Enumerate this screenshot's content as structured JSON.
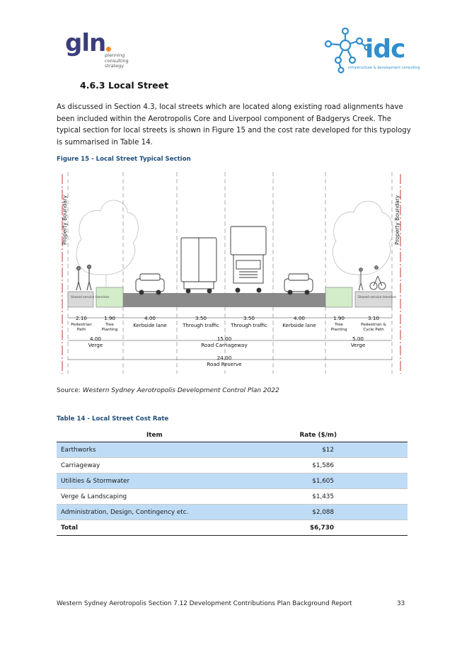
{
  "header": {
    "gln_logo": {
      "word": "gln",
      "tagline": "planning\nconsulting\nstrategy",
      "accent_color": "#f28c28",
      "word_color": "#3a3d7c"
    },
    "idc_logo": {
      "word": "idc",
      "tagline": "infrastructure & development consulting",
      "color": "#2f8fcf"
    }
  },
  "section": {
    "heading": "4.6.3  Local Street",
    "paragraph": "As discussed in Section 4.3, local streets which are located along existing road alignments have been included within the Aerotropolis Core and Liverpool component of Badgerys Creek. The typical section for local streets is shown in Figure 15 and the cost rate developed for this typology is summarised in Table 14."
  },
  "figure": {
    "caption": "Figure 15 - Local Street Typical Section",
    "labels": {
      "property_boundary": "Property Boundary",
      "shared_service_trenches": "Shared\nservice\ntrenches"
    },
    "segments": [
      {
        "width": "2.10",
        "label": "Pedestrian\nPath"
      },
      {
        "width": "1.90",
        "label": "Tree\nPlanting"
      },
      {
        "width": "4.00",
        "label": "Kerbside lane"
      },
      {
        "width": "3.50",
        "label": "Through traffic"
      },
      {
        "width": "3.50",
        "label": "Through traffic"
      },
      {
        "width": "4.00",
        "label": "Kerbside lane"
      },
      {
        "width": "1.90",
        "label": "Tree\nPlanting"
      },
      {
        "width": "3.10",
        "label": "Pedestrian &\nCycle Path"
      }
    ],
    "totals": {
      "left_verge_width": "4.00",
      "left_verge_label": "Verge",
      "carriageway_width": "15.00",
      "carriageway_label": "Road Carriageway",
      "right_verge_width": "5.00",
      "right_verge_label": "Verge",
      "reserve_width": "24.00",
      "reserve_label": "Road Reserve"
    },
    "colors": {
      "road": "#8a8a8a",
      "planting": "#d3ecc9",
      "path": "#d9d9d9"
    }
  },
  "source": {
    "prefix": "Source: ",
    "title": "Western Sydney Aerotropolis Development Control Plan 2022"
  },
  "table": {
    "caption": "Table 14 - Local Street Cost Rate",
    "headers": {
      "item": "Item",
      "rate": "Rate ($/m)"
    },
    "rows": [
      {
        "item": "Earthworks",
        "rate": "$12"
      },
      {
        "item": "Carriageway",
        "rate": "$1,586"
      },
      {
        "item": "Utilities & Stormwater",
        "rate": "$1,605"
      },
      {
        "item": "Verge & Landscaping",
        "rate": "$1,435"
      },
      {
        "item": "Administration, Design, Contingency etc.",
        "rate": "$2,088"
      }
    ],
    "total": {
      "item": "Total",
      "rate": "$6,730"
    },
    "shade_color": "#bfdcf6"
  },
  "footer": {
    "text": "Western Sydney Aerotropolis Section 7.12 Development Contributions Plan Background Report",
    "page": "33"
  }
}
